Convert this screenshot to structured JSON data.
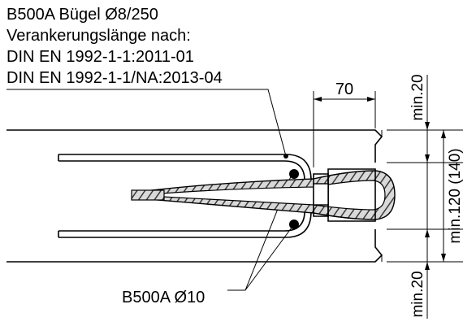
{
  "notes": {
    "line1": "B500A Bügel Ø8/250",
    "line2": "Verankerungslänge nach:",
    "line3": "DIN EN 1992-1-1:2011-01",
    "line4": "DIN EN 1992-1-1/NA:2013-04"
  },
  "labels": {
    "bar_label": "B500A Ø10"
  },
  "dimensions": {
    "width_70": "70",
    "min_top": "min.20",
    "min_middle": "min.120 (140)",
    "min_bottom": "min.20"
  },
  "colors": {
    "line": "#000000",
    "background": "#ffffff",
    "rope_light": "#c8c8c8",
    "rope_dark": "#4a4a4a"
  }
}
